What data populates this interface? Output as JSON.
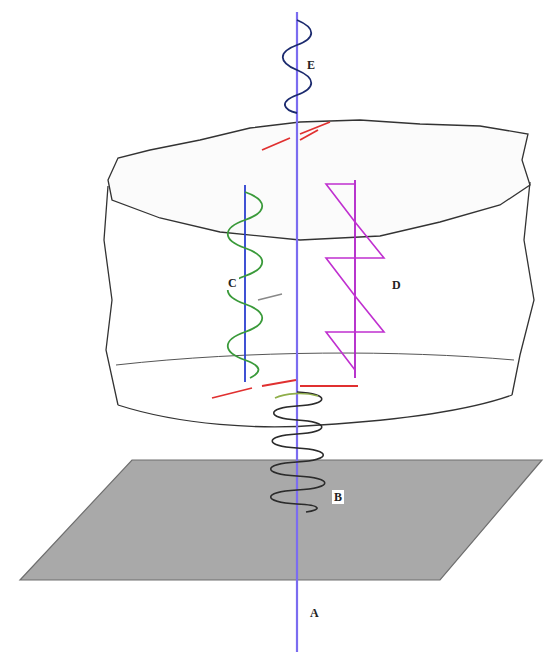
{
  "diagram": {
    "labels": [
      "E",
      "C",
      "D",
      "B",
      "A"
    ]
  }
}
